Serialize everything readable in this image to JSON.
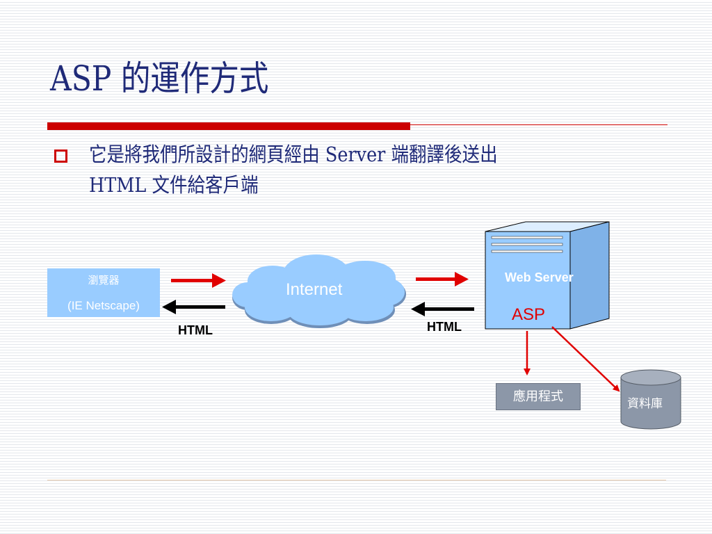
{
  "slide": {
    "title": "ASP 的運作方式",
    "bullets": [
      {
        "line1": "它是將我們所設計的網頁經由 Server 端翻譯後送出",
        "line2": "HTML 文件給客戶端"
      }
    ]
  },
  "diagram": {
    "browser": {
      "line1": "瀏覽器",
      "line2": "(IE  Netscape)"
    },
    "internet": {
      "label": "Internet"
    },
    "html_left": "HTML",
    "html_right": "HTML",
    "server": {
      "label": "Web Server",
      "asp": "ASP"
    },
    "app": {
      "label": "應用程式"
    },
    "database": {
      "label": "資料庫"
    }
  },
  "colors": {
    "title_text": "#1f2a78",
    "accent_red": "#cc0000",
    "box_blue": "#99ccff",
    "app_gray": "#8c97a8"
  },
  "icons": {
    "bullet": "hollow-square-icon",
    "cloud": "cloud-icon",
    "server": "server-tower-icon",
    "database": "database-cylinder-icon"
  }
}
